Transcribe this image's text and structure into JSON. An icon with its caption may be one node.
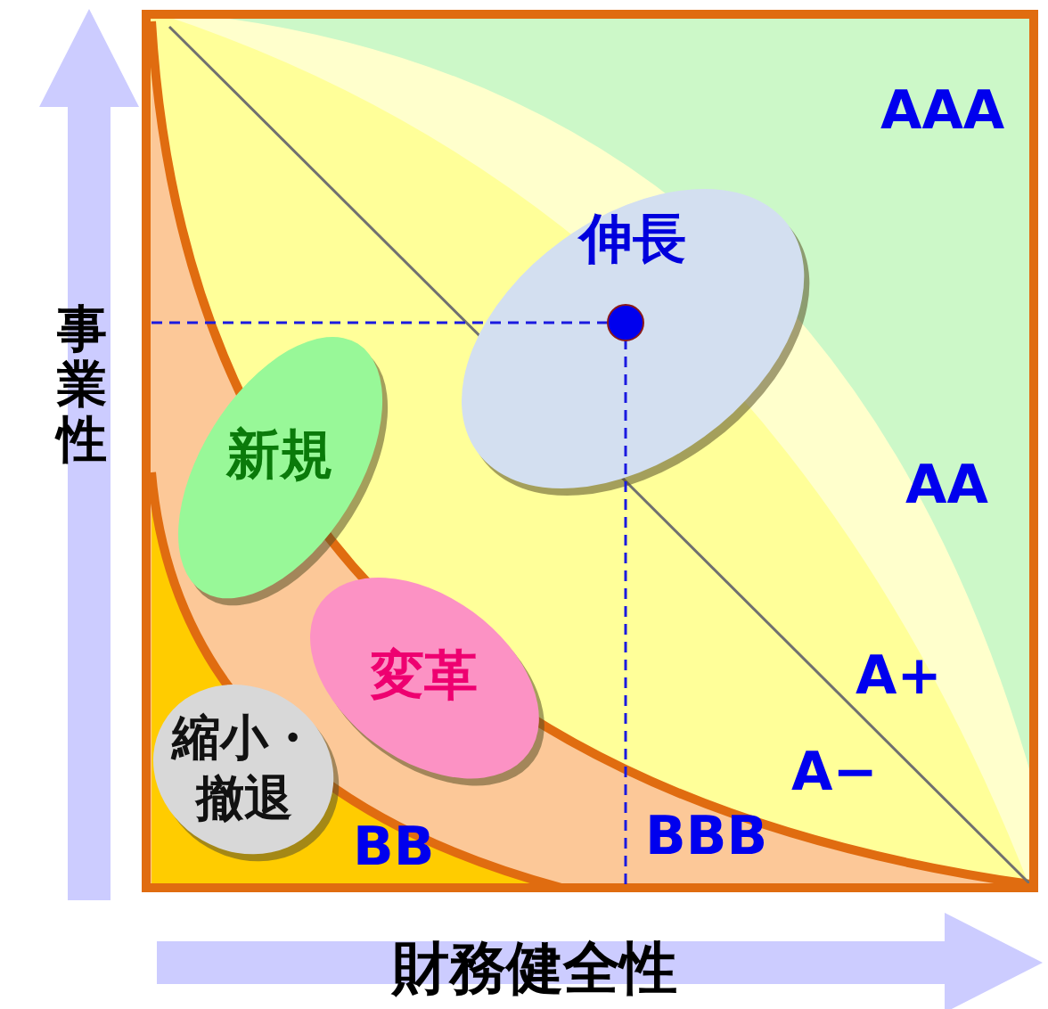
{
  "diagram": {
    "nodes": [
      {
        "text": [
          "伸長"
        ]
      },
      {
        "text": [
          "新規"
        ]
      },
      {
        "text": [
          "変革"
        ]
      },
      {
        "text": [
          "縮小・撤退"
        ]
      }
    ],
    "labels": [
      "AAA",
      "AA",
      "A+",
      "A−",
      "BBB",
      "BB",
      "事業性",
      "財務健全性"
    ]
  }
}
